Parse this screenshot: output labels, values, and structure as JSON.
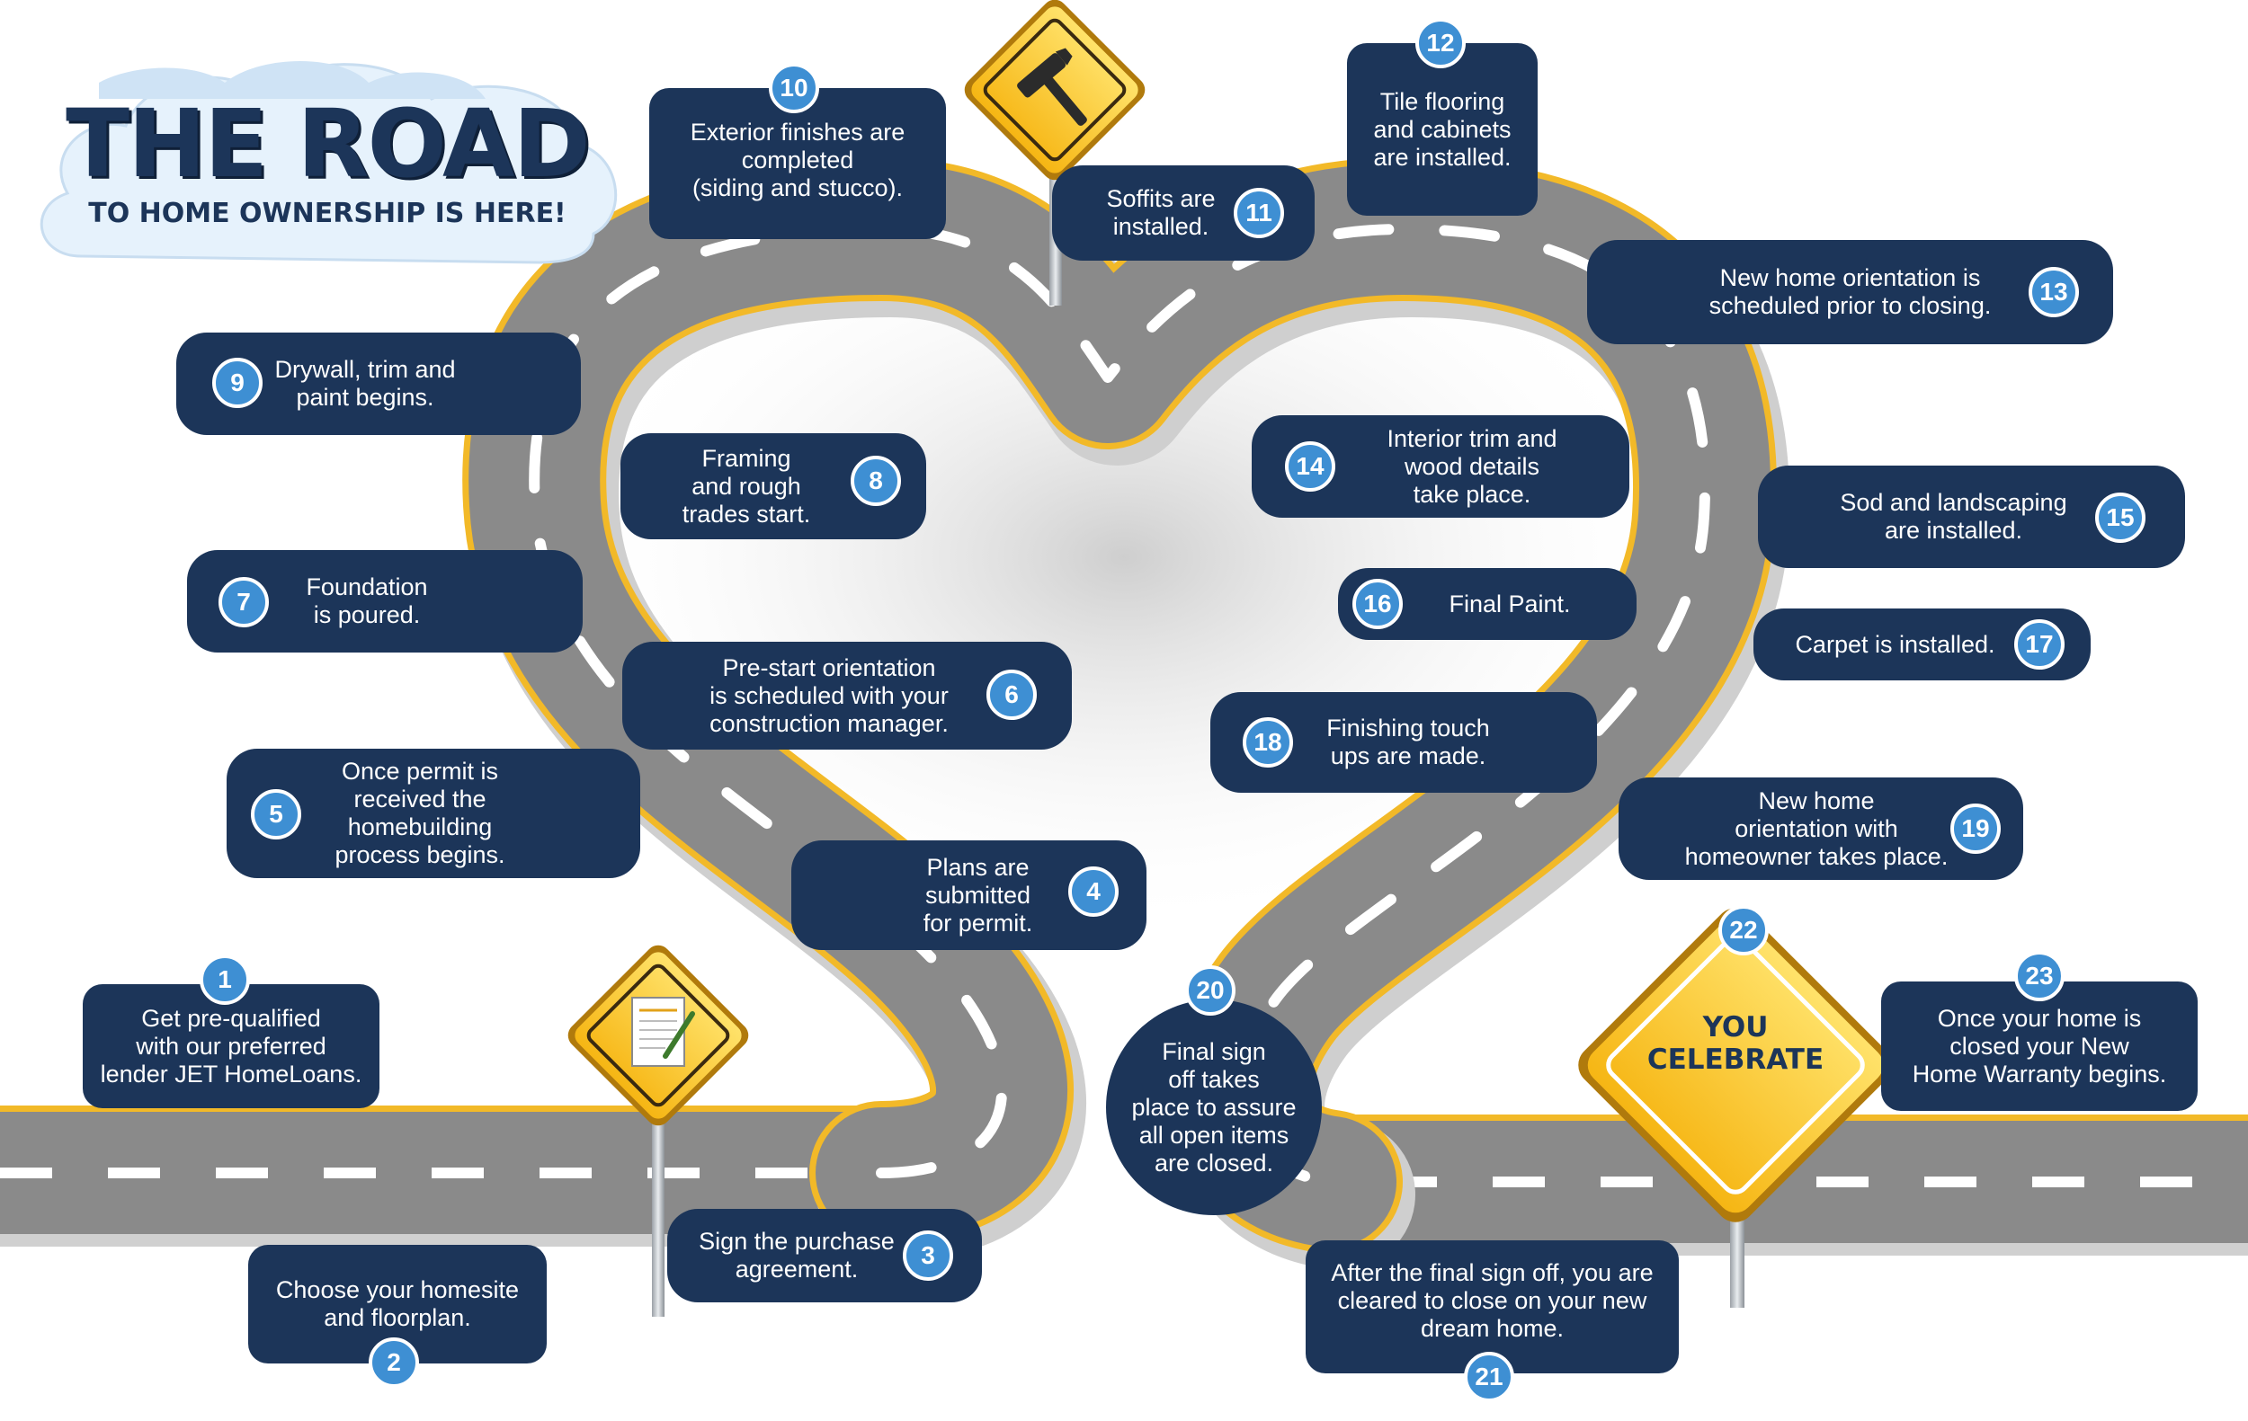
{
  "title": "THE ROAD",
  "subtitle": "TO HOME OWNERSHIP IS HERE!",
  "celebrate_sign": "YOU\nCELEBRATE",
  "colors": {
    "box": "#1c3559",
    "number": "#3e8fd3",
    "road": "#8a8a8a",
    "road_edge": "#f2b928",
    "sign": "#ffc61e"
  },
  "icons": [
    "cloud-icon",
    "hammer-sign-icon",
    "contract-sign-icon",
    "celebrate-sign-icon"
  ],
  "steps": [
    {
      "n": "1",
      "text": "Get pre-qualified\nwith our preferred\nlender JET HomeLoans."
    },
    {
      "n": "2",
      "text": "Choose your homesite\nand floorplan."
    },
    {
      "n": "3",
      "text": "Sign the purchase\nagreement."
    },
    {
      "n": "4",
      "text": "Plans are\nsubmitted\nfor permit."
    },
    {
      "n": "5",
      "text": "Once permit is\nreceived the\nhomebuilding\nprocess begins."
    },
    {
      "n": "6",
      "text": "Pre-start orientation\nis scheduled  with your\nconstruction manager."
    },
    {
      "n": "7",
      "text": "Foundation\nis poured."
    },
    {
      "n": "8",
      "text": "Framing\nand rough\ntrades start."
    },
    {
      "n": "9",
      "text": "Drywall, trim and\npaint begins."
    },
    {
      "n": "10",
      "text": "Exterior finishes are\ncompleted\n(siding and stucco)."
    },
    {
      "n": "11",
      "text": "Soffits are\ninstalled."
    },
    {
      "n": "12",
      "text": "Tile flooring\nand cabinets\nare installed."
    },
    {
      "n": "13",
      "text": "New home orientation is\nscheduled prior to closing."
    },
    {
      "n": "14",
      "text": "Interior trim and\nwood details\ntake place."
    },
    {
      "n": "15",
      "text": "Sod and landscaping\nare installed."
    },
    {
      "n": "16",
      "text": "Final Paint."
    },
    {
      "n": "17",
      "text": "Carpet is installed."
    },
    {
      "n": "18",
      "text": "Finishing touch\nups are made."
    },
    {
      "n": "19",
      "text": "New home\norientation with\nhomeowner takes place."
    },
    {
      "n": "20",
      "text": "Final sign\noff takes\nplace to assure\nall open items\nare closed."
    },
    {
      "n": "21",
      "text": "After the final sign off, you are\ncleared  to close on your new\ndream home."
    },
    {
      "n": "22",
      "text": ""
    },
    {
      "n": "23",
      "text": "Once your home is\nclosed your New\nHome Warranty begins."
    }
  ]
}
